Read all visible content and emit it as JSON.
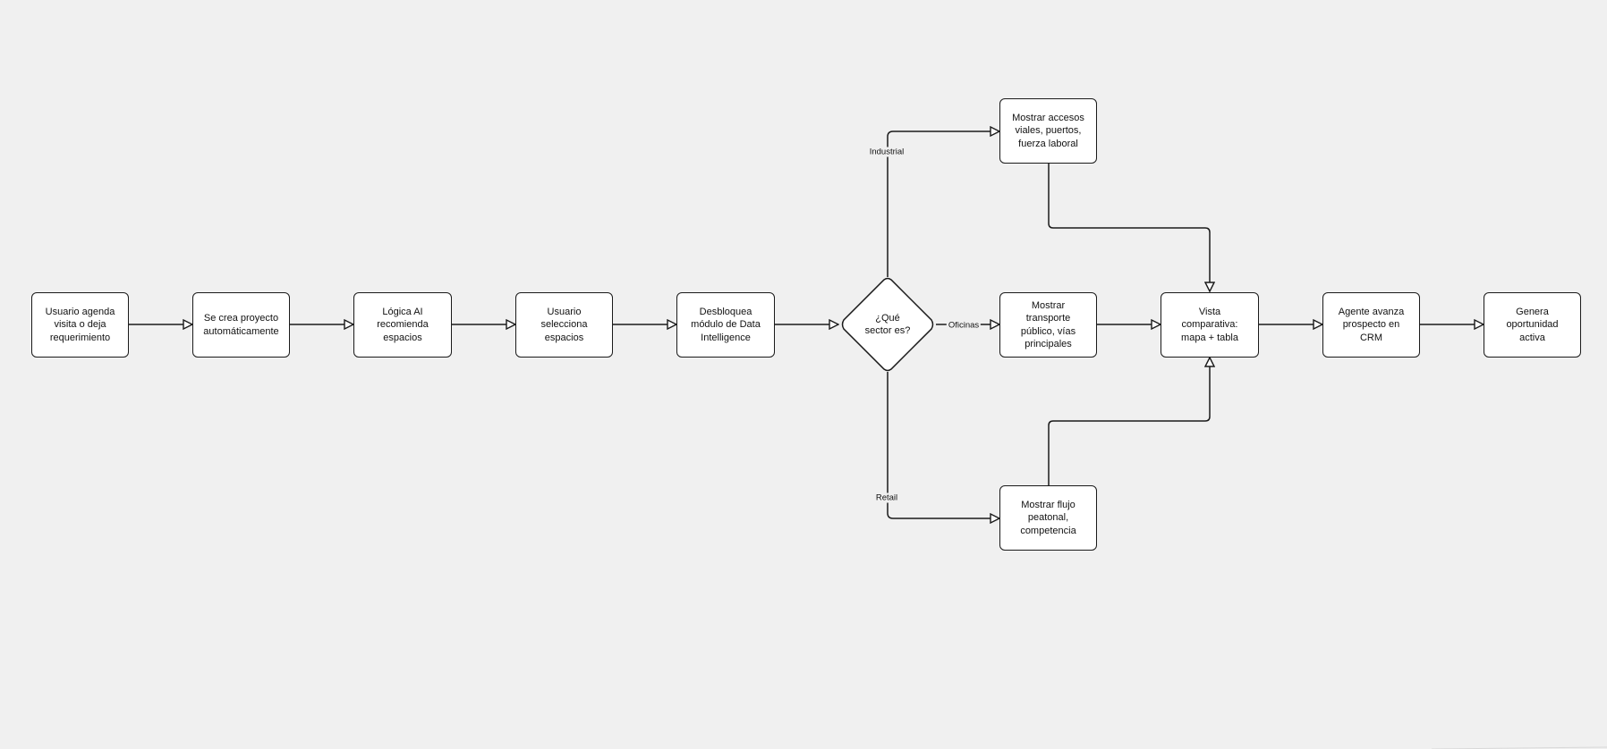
{
  "nodes": {
    "n1": "Usuario agenda visita o deja requerimiento",
    "n2": "Se crea proyecto automáticamente",
    "n3": "Lógica AI recomienda espacios",
    "n4": "Usuario selecciona espacios",
    "n5": "Desbloquea módulo de Data Intelligence",
    "decision": "¿Qué sector es?",
    "industrial": "Mostrar accesos viales, puertos, fuerza laboral",
    "oficinas": "Mostrar transporte público, vías principales",
    "retail": "Mostrar flujo peatonal, competencia",
    "vista": "Vista comparativa: mapa + tabla",
    "agente": "Agente avanza prospecto en CRM",
    "genera": "Genera oportunidad activa"
  },
  "edge_labels": {
    "industrial": "Industrial",
    "oficinas": "Oficinas",
    "retail": "Retail"
  },
  "colors": {
    "background": "#f0f0f0",
    "node_fill": "#ffffff",
    "stroke": "#1a1a1a"
  }
}
